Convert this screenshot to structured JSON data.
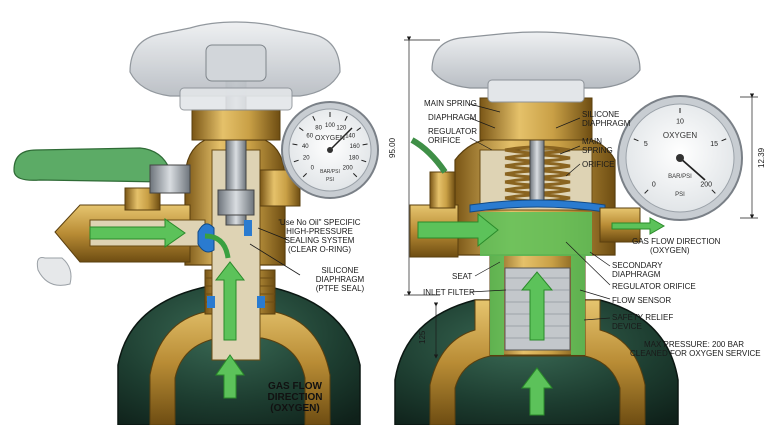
{
  "left": {
    "gauge": {
      "brand": "OXYGEN",
      "units": "BAR/PSI",
      "unit2": "PSI",
      "ticks": [
        "0",
        "20",
        "40",
        "60",
        "80",
        "100",
        "120",
        "140",
        "160",
        "180",
        "200"
      ]
    },
    "callouts": {
      "use_no_oil": "'Use No Oil\" SPECIFIC",
      "use_no_oil_2": "HIGH-PRESSURE",
      "use_no_oil_3": "SEALING SYSTEM",
      "use_no_oil_4": "(CLEAR O-RING)",
      "silicone": "SILICONE",
      "silicone_2": "DIAPHRAGM",
      "silicone_3": "(PTFE SEAL)",
      "flow_1": "GAS FLOW",
      "flow_2": "DIRECTION",
      "flow_3": "(OXYGEN)"
    }
  },
  "right": {
    "gauge": {
      "brand": "OXYGEN",
      "units": "BAR/PSI",
      "unit2": "PSI",
      "ticks": [
        "0",
        "5",
        "10",
        "15",
        "200"
      ]
    },
    "dims": {
      "height": "95.00",
      "lower": "125",
      "gauge": "12.39"
    },
    "left_labels": {
      "main_spring": "MAIN SPRING",
      "diaphragm": "DIAPHRAGM",
      "reg_orifice_1": "REGULATOR",
      "reg_orifice_2": "ORIFICE",
      "seat": "SEAT",
      "inlet_filter": "INLET FILTER"
    },
    "right_labels": {
      "silicone_1": "SILICONE",
      "silicone_2": "DIAPHRAGM",
      "main_spring_1": "MAIN",
      "main_spring_2": "SPRING",
      "orifice": "ORIFICE",
      "gas_flow_1": "GAS FLOW DIRECTION",
      "gas_flow_2": "(OXYGEN)",
      "secondary_1": "SECONDARY",
      "secondary_2": "DIAPHRAGM",
      "reg_orifice": "REGULATOR ORIFICE",
      "flow_sensor": "FLOW SENSOR",
      "safety_1": "SAFETY RELIEF",
      "safety_2": "DEVICE",
      "max_1": "MAX PRESSURE: 200 BAR",
      "max_2": "CLEANED FOR OXYGEN SERVICE"
    }
  },
  "colors": {
    "brass": "#c9a046",
    "brass_dark": "#8a6420",
    "green": "#5cc25a",
    "steel": "#a9b0b7",
    "cylinder": "#1f4a3a",
    "blue": "#2a7bd0"
  }
}
